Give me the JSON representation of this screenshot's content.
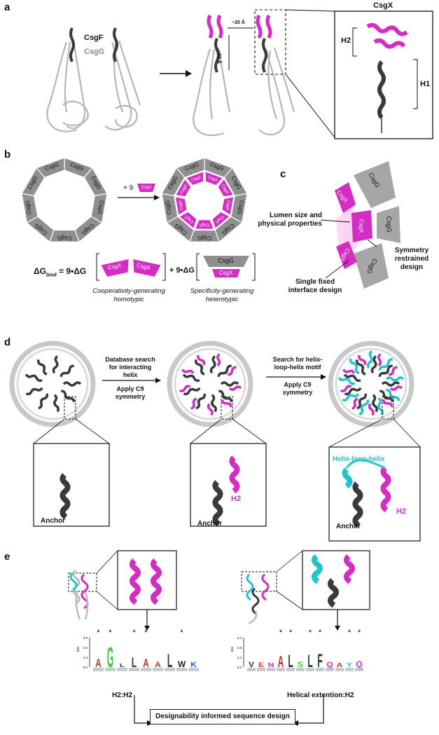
{
  "panels": {
    "a": {
      "label": "a",
      "csgf": "CsgF",
      "csgg": "CsgG",
      "dist_horizontal": "~20 Å",
      "dist_vertical": "~50 Å",
      "csgx_title": "CsgX",
      "h1": "H1",
      "h2": "H2"
    },
    "b": {
      "label": "b",
      "ring_unit": "CsgG",
      "inner_unit": "CsgX",
      "plus": "+ 9",
      "eq_lhs": "ΔG",
      "eq_sub": "bind",
      "eq_mid": " = 9•ΔG",
      "eq_plus": "+ 9•ΔG",
      "homo_line1": "Cooperativity-generating",
      "homo_line2": "homotypic",
      "hetero_line1": "Specificity-generating",
      "hetero_line2": "heterotypic"
    },
    "c": {
      "label": "c",
      "lumen_line1": "Lumen size and",
      "lumen_line2": "physical properties",
      "sym_line1": "Symmetry",
      "sym_line2": "restrained",
      "sym_line3": "design",
      "single_line1": "Single fixed",
      "single_line2": "interface design",
      "unit_csgg": "CsgG",
      "unit_csgx": "CsgX"
    },
    "d": {
      "label": "d",
      "step1_line1": "Database search",
      "step1_line2": "for interacting",
      "step1_line3": "helix",
      "step1_apply": "Apply C9",
      "step1_apply2": "symmetry",
      "step2_line1": "Search for helix-",
      "step2_line2": "loop-helix motif",
      "step2_apply": "Apply C9",
      "step2_apply2": "symmetry",
      "anchor": "Anchor",
      "h2": "H2",
      "hlh": "Helix-loop-helix"
    },
    "e": {
      "label": "e",
      "logo1_caption": "H2:H2",
      "logo2_caption": "Helical extention:H2",
      "bottom_box": "Designability informed sequence design",
      "y_ticks": [
        "3.9",
        "2.6",
        "1.3",
        "0.0"
      ],
      "y_ticks2": [
        "4.3",
        "2.9",
        "1.4",
        "0.0"
      ],
      "y_unit": "bits",
      "logo1_letters": [
        "A",
        "G",
        "L",
        "L",
        "A",
        "A",
        "L",
        "W",
        "K"
      ],
      "logo2_letters": [
        "V",
        "E",
        "N",
        "A",
        "L",
        "S",
        "L",
        "F",
        "Q",
        "A",
        "Y",
        "Q"
      ]
    }
  },
  "colors": {
    "magenta": "#d62bc4",
    "cyan": "#20c6cc",
    "dark": "#3a3a3a",
    "gray": "#a6a6a6",
    "lightgray": "#cfcfcf",
    "pink_glow": "#f4b9ee"
  }
}
